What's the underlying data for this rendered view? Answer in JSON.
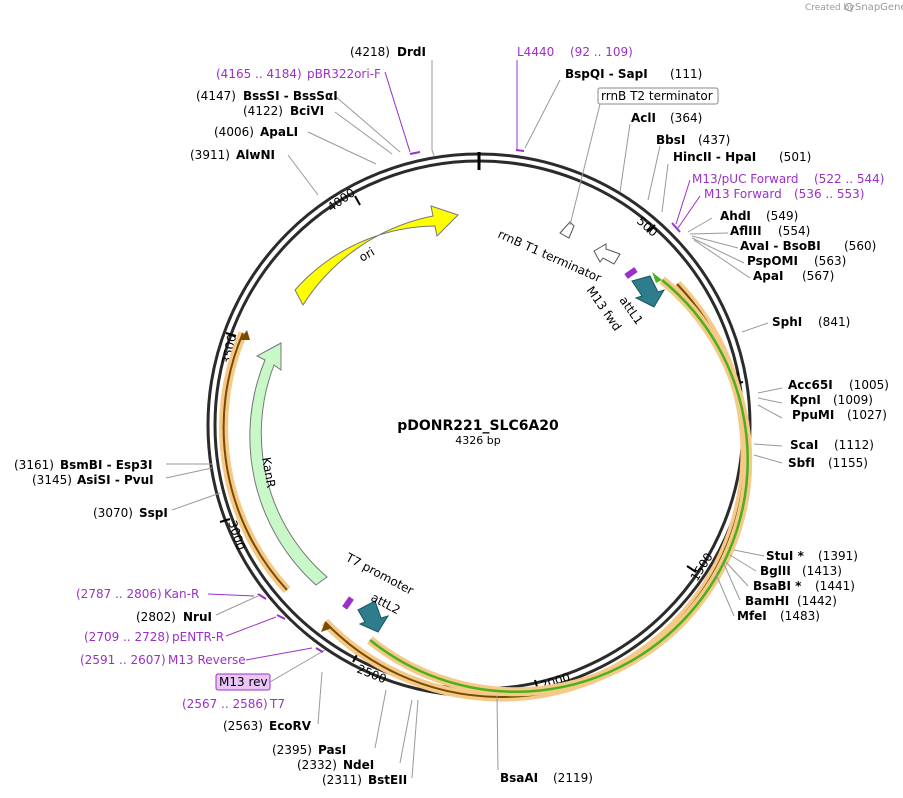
{
  "brand": {
    "created_by": "Created by",
    "name": "SnapGene"
  },
  "plasmid": {
    "name": "pDONR221_SLC6A20",
    "size": "4326 bp"
  },
  "ticks": [
    "500",
    "1000",
    "1500",
    "2000",
    "2500",
    "3000",
    "3500",
    "4000"
  ],
  "enzymes": [
    {
      "name": "DrdI",
      "pos": "(4218)"
    },
    {
      "name": "BssSI - BssSαI",
      "pos": "(4147)"
    },
    {
      "name": "BciVI",
      "pos": "(4122)"
    },
    {
      "name": "ApaLI",
      "pos": "(4006)"
    },
    {
      "name": "AlwNI",
      "pos": "(3911)"
    },
    {
      "name": "BspQI - SapI",
      "pos": "(111)"
    },
    {
      "name": "AclI",
      "pos": "(364)"
    },
    {
      "name": "BbsI",
      "pos": "(437)"
    },
    {
      "name": "HincII - HpaI",
      "pos": "(501)"
    },
    {
      "name": "AhdI",
      "pos": "(549)"
    },
    {
      "name": "AflIII",
      "pos": "(554)"
    },
    {
      "name": "AvaI - BsoBI",
      "pos": "(560)"
    },
    {
      "name": "PspOMI",
      "pos": "(563)"
    },
    {
      "name": "ApaI",
      "pos": "(567)"
    },
    {
      "name": "SphI",
      "pos": "(841)"
    },
    {
      "name": "Acc65I",
      "pos": "(1005)"
    },
    {
      "name": "KpnI",
      "pos": "(1009)"
    },
    {
      "name": "PpuMI",
      "pos": "(1027)"
    },
    {
      "name": "ScaI",
      "pos": "(1112)"
    },
    {
      "name": "SbfI",
      "pos": "(1155)"
    },
    {
      "name": "StuI *",
      "pos": "(1391)"
    },
    {
      "name": "BglII",
      "pos": "(1413)"
    },
    {
      "name": "BsaBI *",
      "pos": "(1441)"
    },
    {
      "name": "BamHI",
      "pos": "(1442)"
    },
    {
      "name": "MfeI",
      "pos": "(1483)"
    },
    {
      "name": "BsaAI",
      "pos": "(2119)"
    },
    {
      "name": "BstEII",
      "pos": "(2311)"
    },
    {
      "name": "NdeI",
      "pos": "(2332)"
    },
    {
      "name": "PasI",
      "pos": "(2395)"
    },
    {
      "name": "EcoRV",
      "pos": "(2563)"
    },
    {
      "name": "NruI",
      "pos": "(2802)"
    },
    {
      "name": "SspI",
      "pos": "(3070)"
    },
    {
      "name": "AsiSI - PvuI",
      "pos": "(3145)"
    },
    {
      "name": "BsmBI - Esp3I",
      "pos": "(3161)"
    }
  ],
  "primers": [
    {
      "name": "pBR322ori-F",
      "range": "(4165 .. 4184)"
    },
    {
      "name": "L4440",
      "range": "(92 .. 109)"
    },
    {
      "name": "M13/pUC Forward",
      "range": "(522 .. 544)"
    },
    {
      "name": "M13 Forward",
      "range": "(536 .. 553)"
    },
    {
      "name": "Kan-R",
      "range": "(2787 .. 2806)"
    },
    {
      "name": "pENTR-R",
      "range": "(2709 .. 2728)"
    },
    {
      "name": "M13 Reverse",
      "range": "(2591 .. 2607)"
    },
    {
      "name": "T7",
      "range": "(2567 .. 2586)"
    }
  ],
  "features": {
    "ori": "ori",
    "kanr": "KanR",
    "rrnb_t2": "rrnB T2 terminator",
    "rrnb_t1": "rrnB T1 terminator",
    "attl1": "attL1",
    "m13_fwd": "M13 fwd",
    "t7_promoter": "T7 promoter",
    "attl2": "attL2",
    "m13_rev": "M13 rev"
  },
  "colors": {
    "backbone": "#2b2b2b",
    "ori": "#ffff00",
    "kanr": "#c8f7c8",
    "insert_green": "#4caf1e",
    "insert_orange": "#f5a623",
    "att": "#2e7d8c",
    "primer": "#9b30c8"
  }
}
